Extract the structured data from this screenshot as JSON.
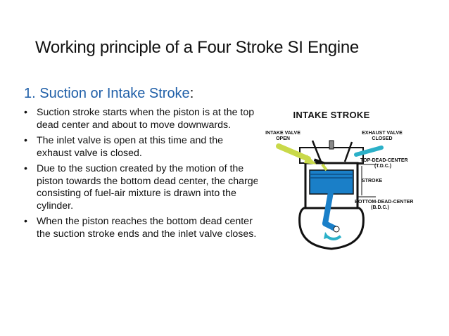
{
  "slide": {
    "title": "Working principle of a Four Stroke SI Engine",
    "section_heading": "1. Suction or Intake Stroke",
    "section_colon": ":",
    "bullet_char": "•",
    "bullets": [
      "Suction stroke starts when the piston is at the top dead center and about to move downwards.",
      "The inlet valve is open at this time and the exhaust valve is closed.",
      "Due to the suction created by the motion of the piston towards the bottom dead center, the charge consisting of fuel-air mixture is drawn into the cylinder.",
      "When the piston reaches the bottom dead center the suction stroke ends and the inlet valve closes."
    ]
  },
  "figure": {
    "title": "INTAKE STROKE",
    "intake_valve_line1": "INTAKE VALVE",
    "intake_valve_line2": "OPEN",
    "exhaust_valve_line1": "EXHAUST VALVE",
    "exhaust_valve_line2": "CLOSED",
    "tdc_line1": "TOP-DEAD-CENTER",
    "tdc_line2": "(T.D.C.)",
    "stroke": "STROKE",
    "bdc_line1": "BOTTOM-DEAD-CENTER",
    "bdc_line2": "(B.D.C.)",
    "colors": {
      "piston_blue": "#1a7fc8",
      "intake_flow": "#c9d94a",
      "exhaust_flow": "#2bb0c8",
      "ink": "#111111"
    }
  }
}
